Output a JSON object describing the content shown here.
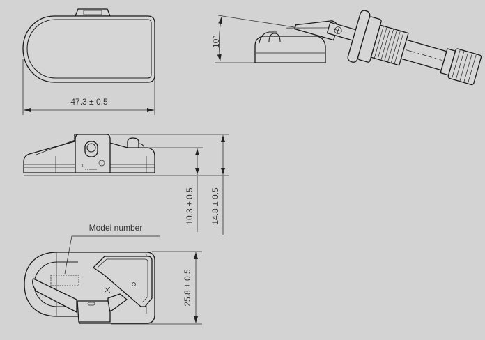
{
  "drawing": {
    "top_view": {
      "width_dim": "47.3 ± 0.5"
    },
    "angle_view": {
      "angle_dim": "10°"
    },
    "side_view": {
      "height_dim_1": "10.3 ± 0.5",
      "height_dim_2": "14.8 ± 0.5"
    },
    "bottom_view": {
      "callout": "Model number",
      "depth_dim": "25.8 ± 0.5"
    }
  },
  "colors": {
    "background": "#d3d3d3",
    "line": "#222222"
  }
}
